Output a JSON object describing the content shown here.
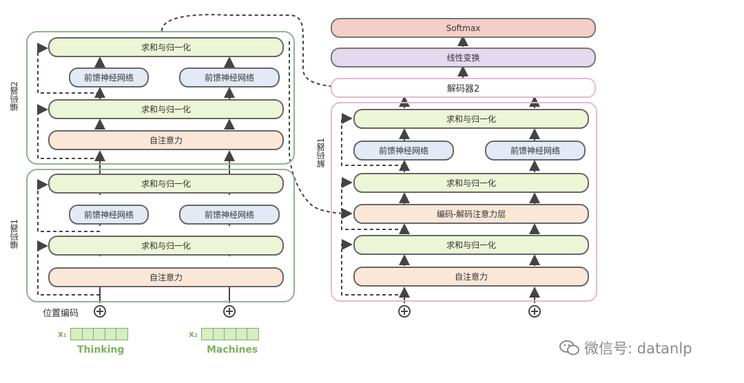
{
  "encoder": {
    "label_1": "编码器1",
    "label_2": "编码器2",
    "add_norm": "求和与归一化",
    "ffn": "前馈神经网络",
    "self_attn": "自注意力"
  },
  "decoder": {
    "label_1": "解码器1",
    "label_2": "解码器2",
    "add_norm": "求和与归一化",
    "ffn": "前馈神经网络",
    "enc_dec_attn": "编码-解码注意力层",
    "self_attn": "自注意力"
  },
  "output": {
    "softmax": "Softmax",
    "linear": "线性变换"
  },
  "inputs": {
    "pos_encoding": "位置编码",
    "x1": "x₁",
    "x2": "x₂",
    "word1": "Thinking",
    "word2": "Machines"
  },
  "watermark": {
    "text": "微信号: datanlp"
  },
  "colors": {
    "encoder_frame": "#8fb58c",
    "decoder_frame": "#e8b8cc",
    "add_norm": "#ecf5d6",
    "ffn": "#e3eaf5",
    "attention": "#fbe7d8",
    "softmax": "#f4cfc9",
    "linear": "#e5d9f0",
    "word": "#79b35a"
  }
}
